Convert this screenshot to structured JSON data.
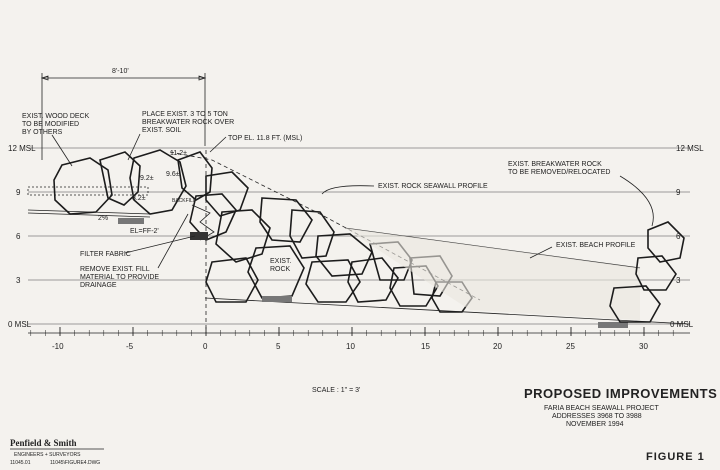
{
  "elevations": {
    "left": [
      "12 MSL",
      "9",
      "6",
      "3",
      "0 MSL"
    ],
    "right": [
      "12 MSL",
      "9",
      "6",
      "3",
      "0 MSL"
    ]
  },
  "x_axis": [
    "-10",
    "-5",
    "0",
    "5",
    "10",
    "15",
    "20",
    "25",
    "30"
  ],
  "dimension": "8'-10'",
  "labels": {
    "wood_deck": [
      "EXIST. WOOD DECK",
      "TO BE MODIFIED",
      "BY OTHERS"
    ],
    "place_rock": [
      "PLACE EXIST. 3 TO 5 TON",
      "BREAKWATER ROCK OVER",
      "EXIST. SOIL"
    ],
    "top_el": "TOP EL. 11.8 FT. (MSL)",
    "el_112": "11.2±",
    "el_92": "9.2±",
    "el_96": "9.6±",
    "el_82": "8.2±",
    "slope": "2%",
    "backfill": "BACKFILL",
    "el_ff": "EL=FF-2'",
    "filter": "FILTER FABRIC",
    "remove_fill": [
      "REMOVE EXIST. FILL",
      "MATERIAL TO PROVIDE",
      "DRAINAGE"
    ],
    "exist_rock": [
      "EXIST.",
      "ROCK"
    ],
    "seawall_profile": "EXIST. ROCK SEAWALL PROFILE",
    "breakwater_remove": [
      "EXIST. BREAKWATER ROCK",
      "TO BE REMOVED/RELOCATED"
    ],
    "beach_profile": "EXIST. BEACH PROFILE"
  },
  "scale": "SCALE : 1\" = 3'",
  "title": {
    "main": "PROPOSED IMPROVEMENTS",
    "project": "FARIA BEACH SEAWALL PROJECT",
    "addresses": "ADDRESSES 3968 TO 3988",
    "date": "NOVEMBER 1994",
    "figure": "FIGURE 1"
  },
  "company": {
    "name": "Penfield & Smith",
    "tagline": "ENGINEERS + SURVEYORS",
    "job_no": "11045.01",
    "file": "11045\\FIGURE4.DWG"
  }
}
